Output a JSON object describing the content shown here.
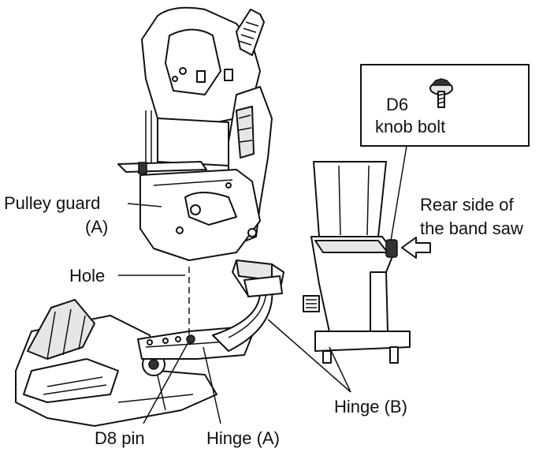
{
  "labels": {
    "knob_bolt_line1": "D6",
    "knob_bolt_line2": "knob bolt",
    "pulley_guard_line1": "Pulley guard",
    "pulley_guard_line2": "(A)",
    "rear_side_line1": "Rear side of",
    "rear_side_line2": "the band saw",
    "hole": "Hole",
    "hinge_b": "Hinge (B)",
    "d8_pin": "D8 pin",
    "hinge_a": "Hinge (A)"
  }
}
